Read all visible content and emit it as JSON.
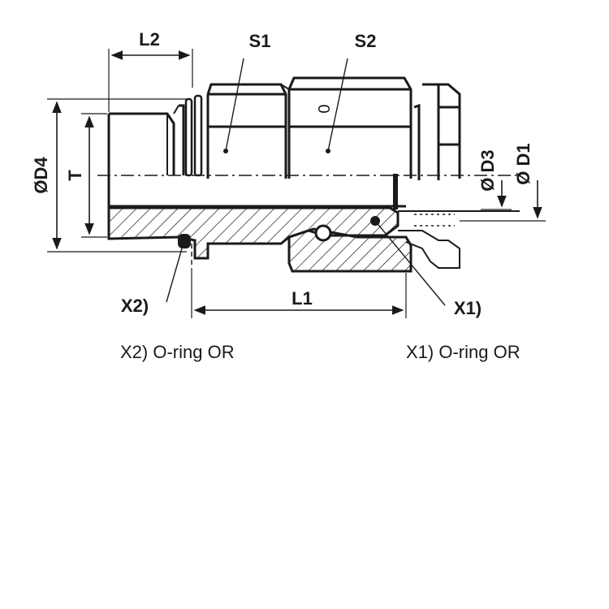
{
  "diagram": {
    "dimensions": {
      "l2": "L2",
      "s1": "S1",
      "s2": "S2",
      "d4": "ØD4",
      "t": "T",
      "d3": "Ø D3",
      "d1": "Ø D1",
      "l1": "L1"
    },
    "callouts": {
      "x2": "X2)",
      "x1": "X1)"
    },
    "hex_marker": "0",
    "captions": {
      "x2": "X2) O-ring OR",
      "x1": "X1) O-ring OR"
    }
  }
}
